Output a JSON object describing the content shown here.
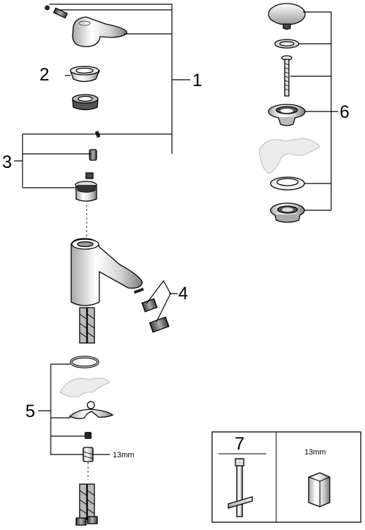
{
  "callouts": {
    "c1": "1",
    "c2": "2",
    "c3": "3",
    "c4": "4",
    "c5": "5",
    "c6": "6",
    "c7": "7"
  },
  "dimensions": {
    "wrench_size": "13mm",
    "box_size": "13mm"
  }
}
